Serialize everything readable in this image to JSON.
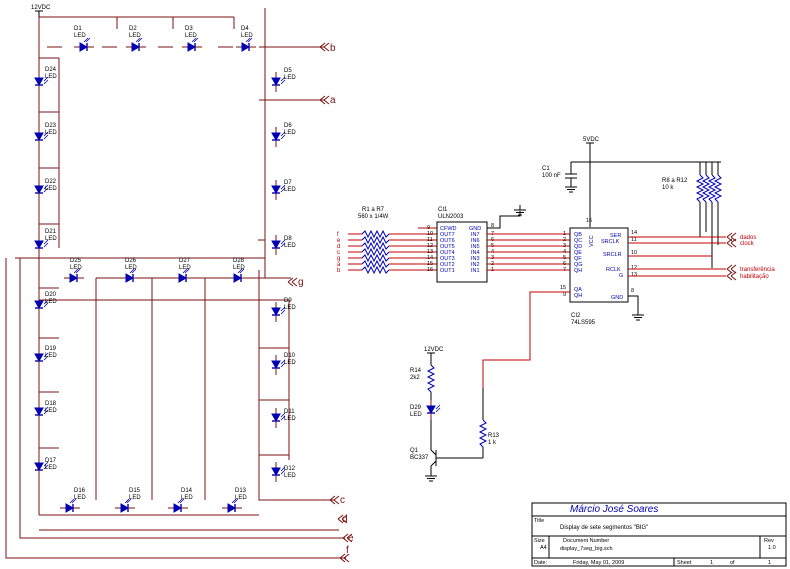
{
  "supply": {
    "top": "12VDC",
    "ic": "5VDC",
    "q": "12VDC"
  },
  "leds": {
    "type_label": "LED",
    "refs": [
      "D1",
      "D2",
      "D3",
      "D4",
      "D5",
      "D6",
      "D7",
      "D8",
      "D9",
      "D10",
      "D11",
      "D12",
      "D13",
      "D14",
      "D15",
      "D16",
      "D17",
      "D18",
      "D19",
      "D20",
      "D21",
      "D22",
      "D23",
      "D24",
      "D25",
      "D26",
      "D27",
      "D28",
      "D29"
    ]
  },
  "ports": {
    "a": "a",
    "b": "b",
    "c": "c",
    "d": "d",
    "e": "e",
    "f": "f",
    "g": "g"
  },
  "ci1": {
    "ref": "CI1",
    "part": "ULN2003",
    "left_pins": [
      "CFWD",
      "OUT7",
      "OUT6",
      "OUT5",
      "OUT4",
      "OUT3",
      "OUT2",
      "OUT1"
    ],
    "left_nums": [
      "9",
      "10",
      "11",
      "12",
      "13",
      "14",
      "15",
      "16"
    ],
    "right_pins": [
      "GND",
      "IN7",
      "IN6",
      "IN5",
      "IN4",
      "IN3",
      "IN2",
      "IN1"
    ],
    "right_nums": [
      "8",
      "7",
      "6",
      "5",
      "4",
      "3",
      "2",
      "1"
    ],
    "left_net_labels": [
      "f",
      "e",
      "d",
      "c",
      "g",
      "a",
      "b"
    ]
  },
  "resistors": {
    "array": {
      "ref": "R1 a R7",
      "value": "560 x 1/4W"
    },
    "pull": {
      "ref": "R8 a R12",
      "value": "10 k"
    },
    "r14": {
      "ref": "R14",
      "value": "2k2"
    },
    "r13": {
      "ref": "R13",
      "value": "1 k"
    }
  },
  "capacitor": {
    "ref": "C1",
    "value": "100 nF"
  },
  "ci2": {
    "ref": "CI2",
    "part": "74LS595",
    "left_pins": [
      "QB",
      "QC",
      "QD",
      "QE",
      "QF",
      "QG",
      "QH",
      "QA",
      "QH"
    ],
    "left_nums": [
      "1",
      "2",
      "3",
      "4",
      "5",
      "6",
      "7",
      "15",
      "9"
    ],
    "right_pins": [
      "SER",
      "SRCLK",
      "SRCLR",
      "RCLK",
      "G",
      "GND"
    ],
    "right_nums": [
      "14",
      "11",
      "10",
      "12",
      "13",
      "8"
    ],
    "vcc_pin": "VCC",
    "vcc_num": "16"
  },
  "signals": {
    "data": "dados",
    "clock": "clock",
    "transfer": "transferência",
    "enable": "habilitação"
  },
  "q1": {
    "ref": "Q1",
    "part": "BC337"
  },
  "title_block": {
    "author": "Márcio José Soares",
    "title_label": "Title",
    "title": "Display de sete segmentos \"BIG\"",
    "size_label": "Size",
    "size": "A4",
    "docnum_label": "Document Number",
    "docnum": "display_7seg_big.sch",
    "rev_label": "Rev",
    "rev": "1.0",
    "date_label": "Date:",
    "date": "Friday, May 01, 2009",
    "sheet_label": "Sheet",
    "sheet": "1",
    "of_label": "of",
    "of": "1"
  }
}
